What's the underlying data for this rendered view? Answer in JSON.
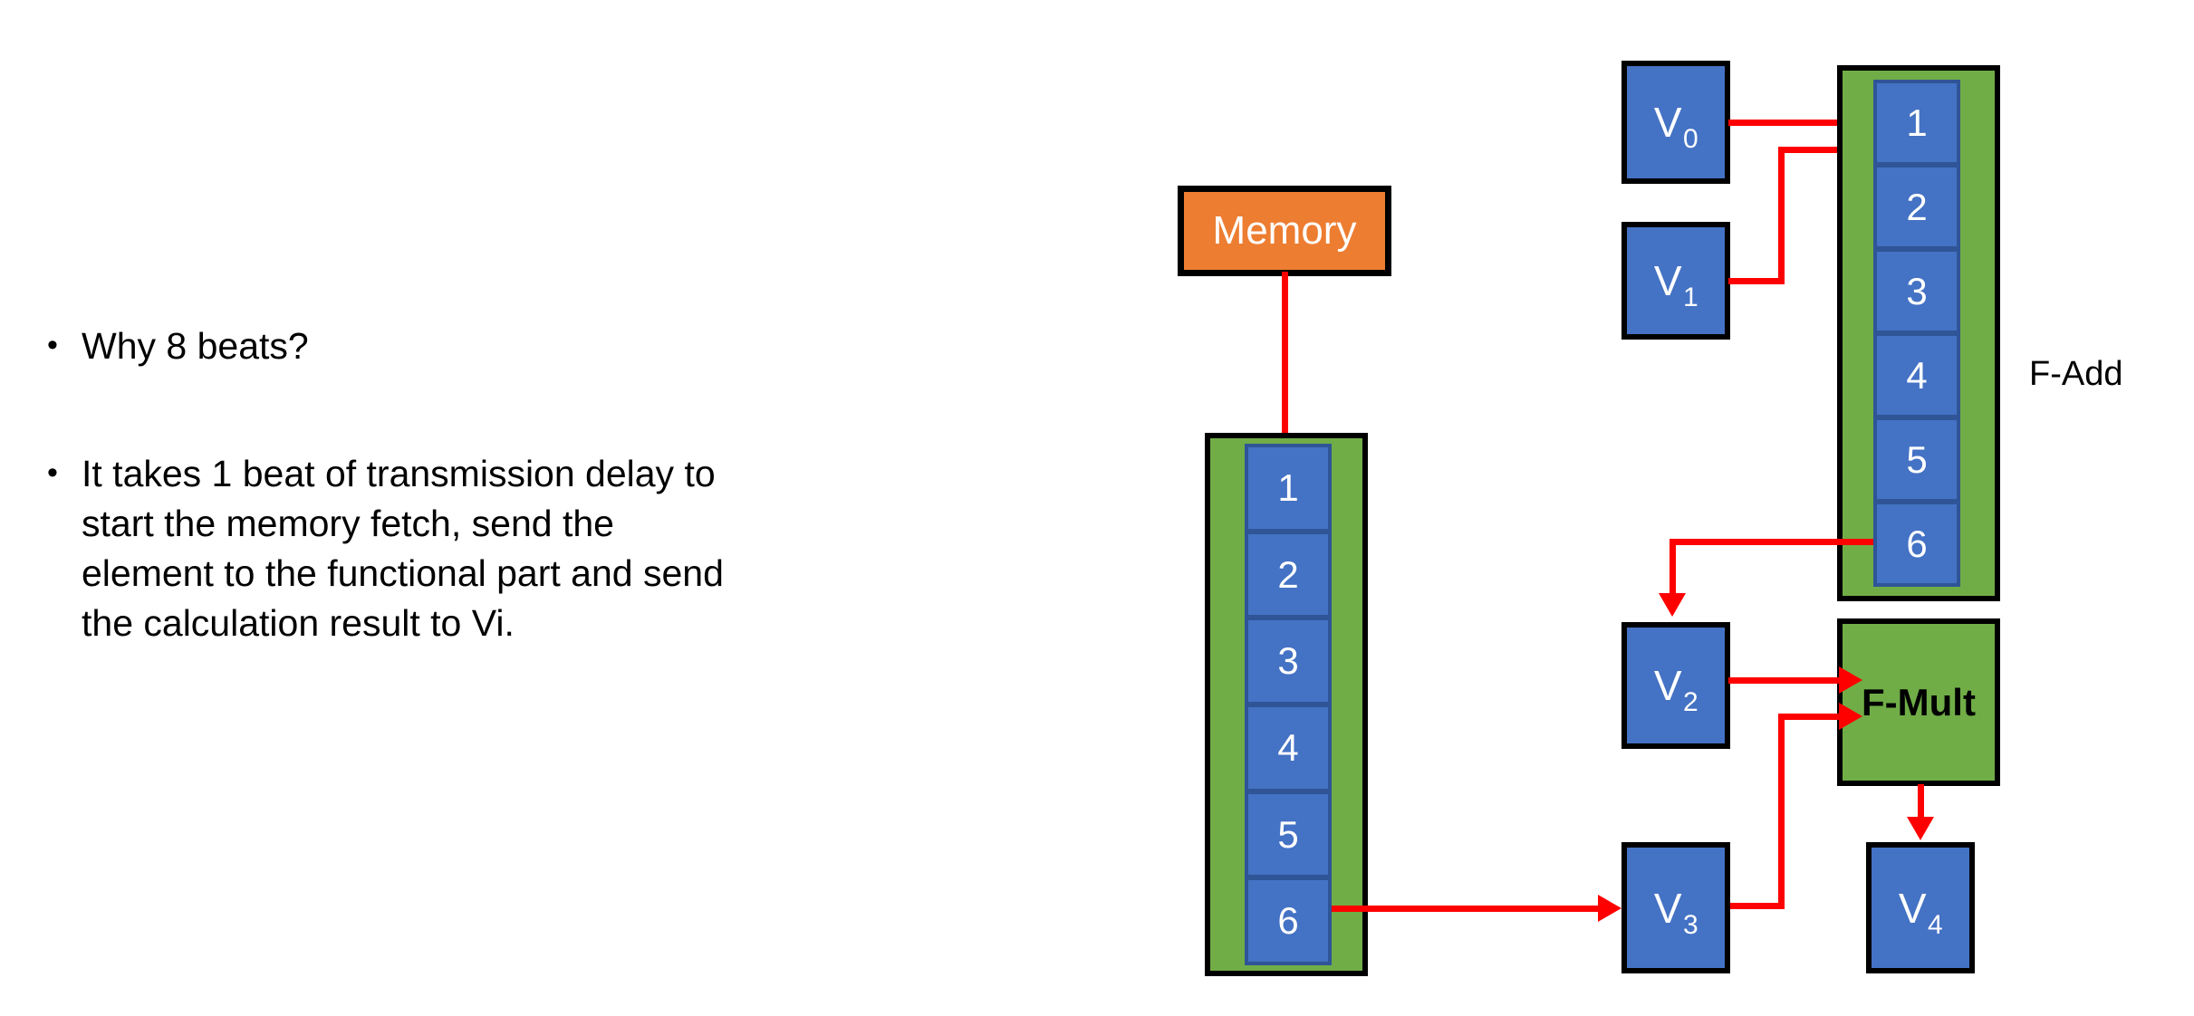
{
  "slide": {
    "background_color": "#ffffff",
    "bullets": [
      {
        "marker": "•",
        "text": "Why 8 beats?"
      },
      {
        "marker": "•",
        "text": "It takes 1 beat of transmission delay to start the memory fetch, send the element to the functional part and send the calculation result to Vi."
      }
    ]
  },
  "diagram": {
    "colors": {
      "memory": "#ed7d31",
      "register": "#4472c4",
      "functional_unit": "#70ad47",
      "connector": "#ff0000",
      "outline": "#000000"
    },
    "memory": {
      "label": "Memory"
    },
    "vector_register": {
      "name": "memory-vector-register",
      "cells": [
        "1",
        "2",
        "3",
        "4",
        "5",
        "6"
      ]
    },
    "fadd": {
      "label": "F-Add",
      "cells": [
        "1",
        "2",
        "3",
        "4",
        "5",
        "6"
      ]
    },
    "fmult": {
      "label": "F-Mult"
    },
    "registers": [
      {
        "id": "v0",
        "base": "V",
        "index": "0"
      },
      {
        "id": "v1",
        "base": "V",
        "index": "1"
      },
      {
        "id": "v2",
        "base": "V",
        "index": "2"
      },
      {
        "id": "v3",
        "base": "V",
        "index": "3"
      },
      {
        "id": "v4",
        "base": "V",
        "index": "4"
      }
    ]
  }
}
